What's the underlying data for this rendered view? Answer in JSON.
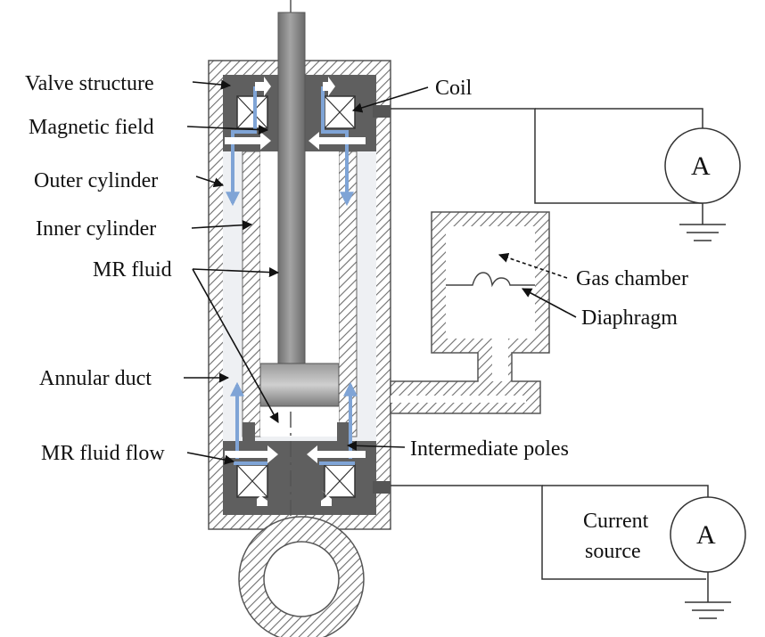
{
  "labels": {
    "valve_structure": "Valve structure",
    "magnetic_field": "Magnetic field",
    "outer_cylinder": "Outer cylinder",
    "inner_cylinder": "Inner cylinder",
    "mr_fluid": "MR fluid",
    "annular_duct": "Annular duct",
    "mr_fluid_flow": "MR fluid flow",
    "coil": "Coil",
    "gas_chamber": "Gas chamber",
    "diaphragm": "Diaphragm",
    "intermediate_poles": "Intermediate poles",
    "current_source_line1": "Current",
    "current_source_line2": "source",
    "ammeter_top": "A",
    "ammeter_bottom": "A"
  },
  "colors": {
    "housing_hatch": "#7a7a7a",
    "valve_block": "#5f5f5f",
    "piston_rod": "#8a8a8a",
    "duct_fill": "#eef0f3",
    "flow_arrow": "#7fa4d6",
    "magnetic_field_arrow": "#ffffff"
  }
}
